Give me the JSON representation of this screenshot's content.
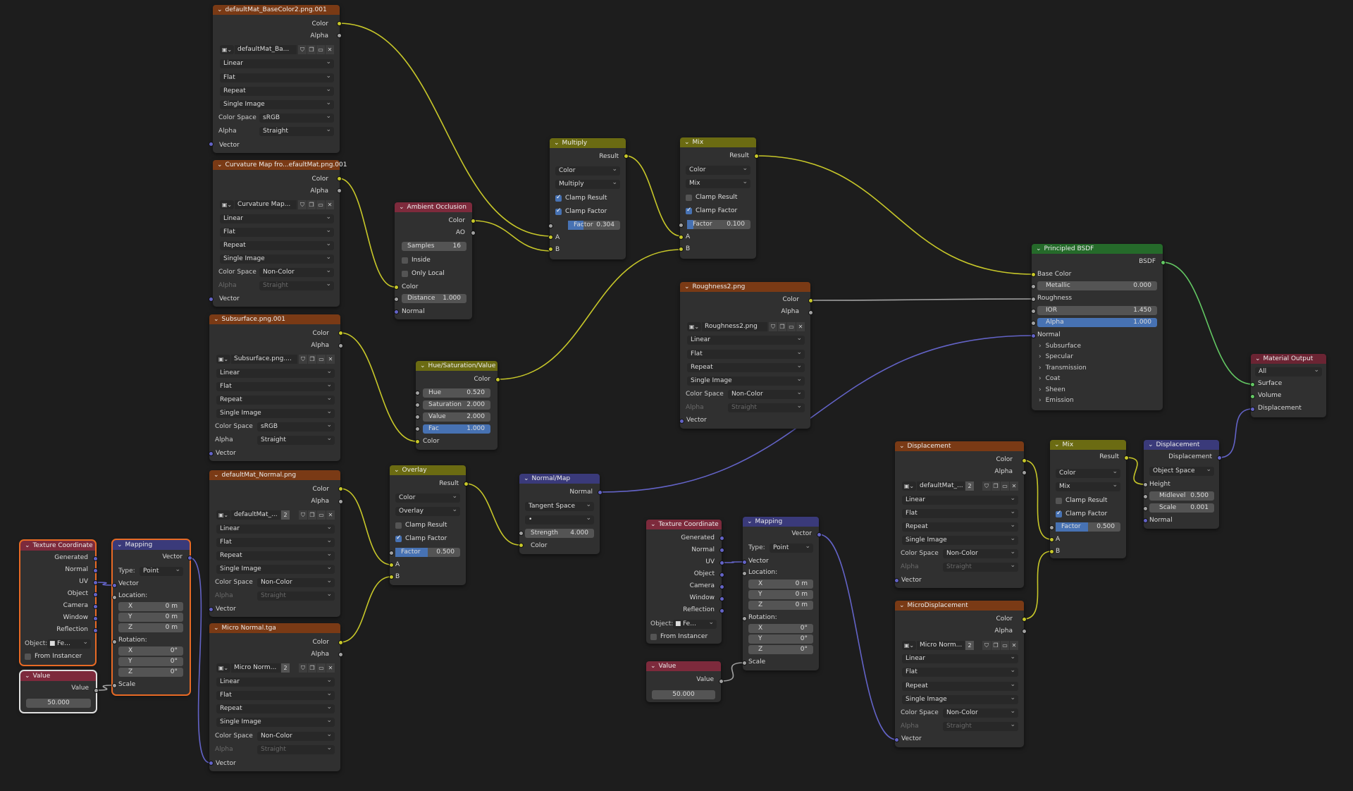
{
  "colors": {
    "texture": "#7a3a15",
    "color": "#6b6b12",
    "vector": "#3a3a7a",
    "input": "#7d2a3c",
    "shader": "#256a2a",
    "output": "#6b2433",
    "wire_color": "#c7c729",
    "wire_vector": "#6363c7",
    "wire_shader": "#63c763",
    "wire_gray": "#a1a1a1",
    "accent": "#4772b3"
  },
  "icons": [
    "image-icon",
    "shield-icon",
    "duplicate-icon",
    "folder-icon",
    "close-icon",
    "chevron-down-icon",
    "object-icon"
  ],
  "tex1": {
    "title": "defaultMat_BaseColor2.png.001",
    "img": "defaultMat_Ba...",
    "interp": "Linear",
    "proj": "Flat",
    "ext": "Repeat",
    "src": "Single Image",
    "cs_label": "Color Space",
    "cs": "sRGB",
    "alpha_label": "Alpha",
    "alpha": "Straight"
  },
  "tex2": {
    "title": "Curvature Map fro...efaultMat.png.001",
    "img": "Curvature Map...",
    "interp": "Linear",
    "proj": "Flat",
    "ext": "Repeat",
    "src": "Single Image",
    "cs_label": "Color Space",
    "cs": "Non-Color",
    "alpha_label": "Alpha",
    "alpha": "Straight"
  },
  "tex3": {
    "title": "Subsurface.png.001",
    "img": "Subsurface.png....",
    "interp": "Linear",
    "proj": "Flat",
    "ext": "Repeat",
    "src": "Single Image",
    "cs_label": "Color Space",
    "cs": "sRGB",
    "alpha_label": "Alpha",
    "alpha": "Straight"
  },
  "tex4": {
    "title": "defaultMat_Normal.png",
    "img": "defaultMat_...",
    "users": "2",
    "interp": "Linear",
    "proj": "Flat",
    "ext": "Repeat",
    "src": "Single Image",
    "cs_label": "Color Space",
    "cs": "Non-Color",
    "alpha_label": "Alpha",
    "alpha": "Straight"
  },
  "tex5": {
    "title": "Micro Normal.tga",
    "img": "Micro Norm...",
    "users": "2",
    "interp": "Linear",
    "proj": "Flat",
    "ext": "Repeat",
    "src": "Single Image",
    "cs_label": "Color Space",
    "cs": "Non-Color",
    "alpha_label": "Alpha",
    "alpha": "Straight"
  },
  "rough": {
    "title": "Roughness2.png",
    "img": "Roughness2.png",
    "interp": "Linear",
    "proj": "Flat",
    "ext": "Repeat",
    "src": "Single Image",
    "cs_label": "Color Space",
    "cs": "Non-Color",
    "alpha_label": "Alpha",
    "alpha": "Straight"
  },
  "disp_tex": {
    "title": "Displacement",
    "img": "defaultMat_...",
    "users": "2",
    "interp": "Linear",
    "proj": "Flat",
    "ext": "Repeat",
    "src": "Single Image",
    "cs_label": "Color Space",
    "cs": "Non-Color",
    "alpha_label": "Alpha",
    "alpha": "Straight"
  },
  "micro_tex": {
    "title": "MicroDisplacement",
    "img": "Micro Norm...",
    "users": "2",
    "interp": "Linear",
    "proj": "Flat",
    "ext": "Repeat",
    "src": "Single Image",
    "cs_label": "Color Space",
    "cs": "Non-Color",
    "alpha_label": "Alpha",
    "alpha": "Straight"
  },
  "sock": {
    "color": "Color",
    "alpha": "Alpha",
    "vector": "Vector",
    "result": "Result",
    "a": "A",
    "b": "B",
    "normal": "Normal",
    "ao": "AO",
    "bsdf": "BSDF",
    "displacement": "Displacement",
    "value": "Value"
  },
  "ao": {
    "title": "Ambient Occlusion",
    "samples_label": "Samples",
    "samples": "16",
    "inside": "Inside",
    "only_local": "Only Local",
    "distance_label": "Distance",
    "distance": "1.000"
  },
  "multiply": {
    "title": "Multiply",
    "type": "Color",
    "mode": "Multiply",
    "clamp_result": "Clamp Result",
    "clamp_factor": "Clamp Factor",
    "factor_label": "Factor",
    "factor": "0.304",
    "factor_frac": 0.304
  },
  "mix1": {
    "title": "Mix",
    "type": "Color",
    "mode": "Mix",
    "clamp_result": "Clamp Result",
    "clamp_factor": "Clamp Factor",
    "factor_label": "Factor",
    "factor": "0.100",
    "factor_frac": 0.1
  },
  "hsv": {
    "title": "Hue/Saturation/Value",
    "hue_label": "Hue",
    "hue": "0.520",
    "sat_label": "Saturation",
    "sat": "2.000",
    "val_label": "Value",
    "val": "2.000",
    "fac_label": "Fac",
    "fac": "1.000"
  },
  "overlay": {
    "title": "Overlay",
    "type": "Color",
    "mode": "Overlay",
    "clamp_result": "Clamp Result",
    "clamp_factor": "Clamp Factor",
    "factor_label": "Factor",
    "factor": "0.500",
    "factor_frac": 0.5
  },
  "nmap": {
    "title": "Normal/Map",
    "space": "Tangent Space",
    "uv": "•",
    "strength_label": "Strength",
    "strength": "4.000"
  },
  "bsdf": {
    "title": "Principled BSDF",
    "base_color": "Base Color",
    "metallic_label": "Metallic",
    "metallic": "0.000",
    "roughness": "Roughness",
    "ior_label": "IOR",
    "ior": "1.450",
    "alpha_label": "Alpha",
    "alpha": "1.000",
    "normal": "Normal",
    "panels": [
      "Subsurface",
      "Specular",
      "Transmission",
      "Coat",
      "Sheen",
      "Emission"
    ]
  },
  "matout": {
    "title": "Material Output",
    "target": "All",
    "surface": "Surface",
    "volume": "Volume",
    "displacement": "Displacement"
  },
  "texcoord": {
    "title": "Texture Coordinate",
    "outputs": [
      "Generated",
      "Normal",
      "UV",
      "Object",
      "Camera",
      "Window",
      "Reflection"
    ],
    "object_label": "Object:",
    "object": "Fe...",
    "from_instancer": "From Instancer"
  },
  "mapping": {
    "title": "Mapping",
    "type_label": "Type:",
    "type": "Point",
    "vector": "Vector",
    "location": "Location:",
    "rotation": "Rotation:",
    "scale": "Scale",
    "x": "X",
    "y": "Y",
    "z": "Z",
    "loc_val": "0 m",
    "rot_val": "0°"
  },
  "value_node": {
    "title": "Value",
    "value": "50.000"
  },
  "mix2": {
    "title": "Mix",
    "type": "Color",
    "mode": "Mix",
    "clamp_result": "Clamp Result",
    "clamp_factor": "Clamp Factor",
    "factor_label": "Factor",
    "factor": "0.500",
    "factor_frac": 0.5
  },
  "dispnode": {
    "title": "Displacement",
    "space": "Object Space",
    "height": "Height",
    "midlevel_label": "Midlevel",
    "midlevel": "0.500",
    "scale_label": "Scale",
    "scale": "0.001",
    "normal": "Normal"
  }
}
